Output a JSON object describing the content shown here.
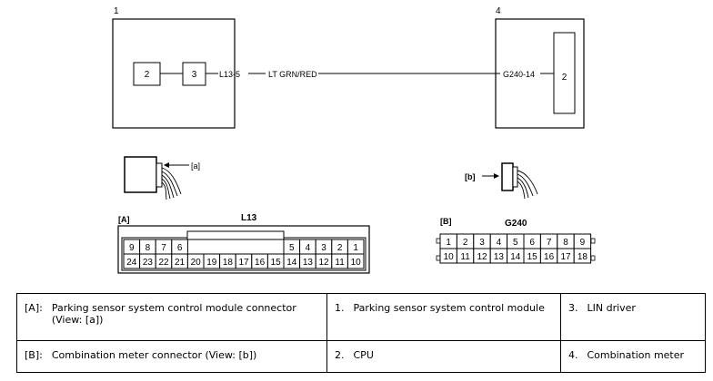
{
  "circuit": {
    "module1_number": "1",
    "module1_box_a": "2",
    "module1_box_b": "3",
    "terminal_left": "L13-5",
    "wire_color": "LT GRN/RED",
    "module4_number": "4",
    "terminal_right": "G240-14",
    "module4_box": "2"
  },
  "views": {
    "view_a": "[a]",
    "view_b": "[b]"
  },
  "connector_l13": {
    "tag": "[A]",
    "title": "L13",
    "row1": [
      "9",
      "8",
      "7",
      "6",
      "",
      "",
      "",
      "",
      "",
      "",
      "5",
      "4",
      "3",
      "2",
      "1"
    ],
    "row2": [
      "24",
      "23",
      "22",
      "21",
      "20",
      "19",
      "18",
      "17",
      "16",
      "15",
      "14",
      "13",
      "12",
      "11",
      "10"
    ]
  },
  "connector_g240": {
    "tag": "[B]",
    "title": "G240",
    "row1": [
      "1",
      "2",
      "3",
      "4",
      "5",
      "6",
      "7",
      "8",
      "9"
    ],
    "row2": [
      "10",
      "11",
      "12",
      "13",
      "14",
      "15",
      "16",
      "17",
      "18"
    ]
  },
  "legend": {
    "a_key": "[A]:",
    "a_text": "Parking sensor system control module connector (View: [a])",
    "b_key": "[B]:",
    "b_text": "Combination meter connector (View: [b])",
    "n1_key": "1.",
    "n1_text": "Parking sensor system control module",
    "n2_key": "2.",
    "n2_text": "CPU",
    "n3_key": "3.",
    "n3_text": "LIN driver",
    "n4_key": "4.",
    "n4_text": "Combination meter"
  }
}
